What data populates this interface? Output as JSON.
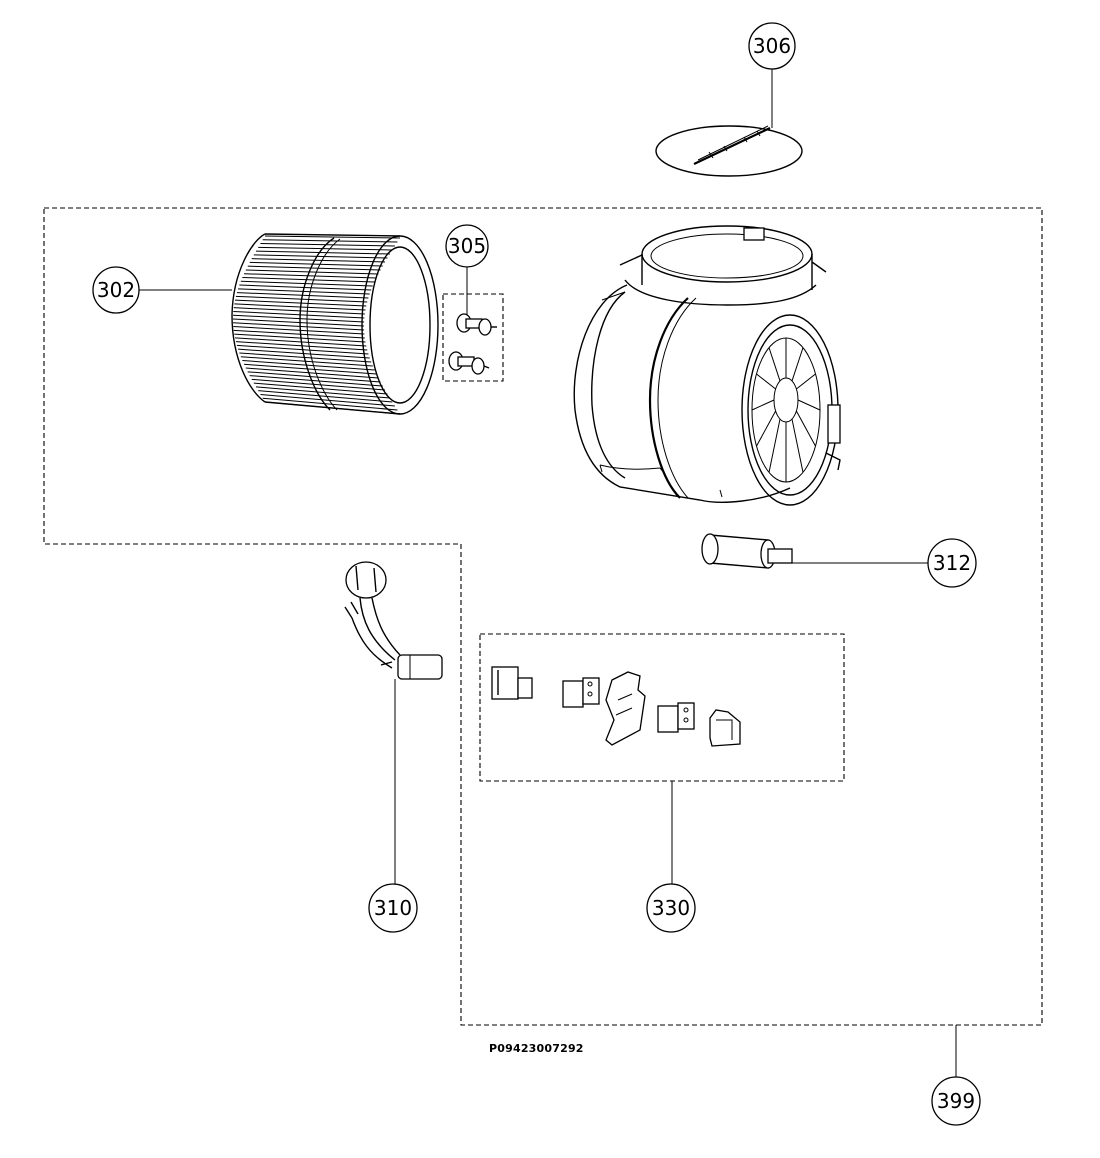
{
  "callouts": {
    "c302": "302",
    "c305": "305",
    "c306": "306",
    "c310": "310",
    "c312": "312",
    "c330": "330",
    "c399": "399"
  },
  "drawing_code": "P09423007292",
  "colors": {
    "line": "#000000",
    "background": "#ffffff"
  }
}
